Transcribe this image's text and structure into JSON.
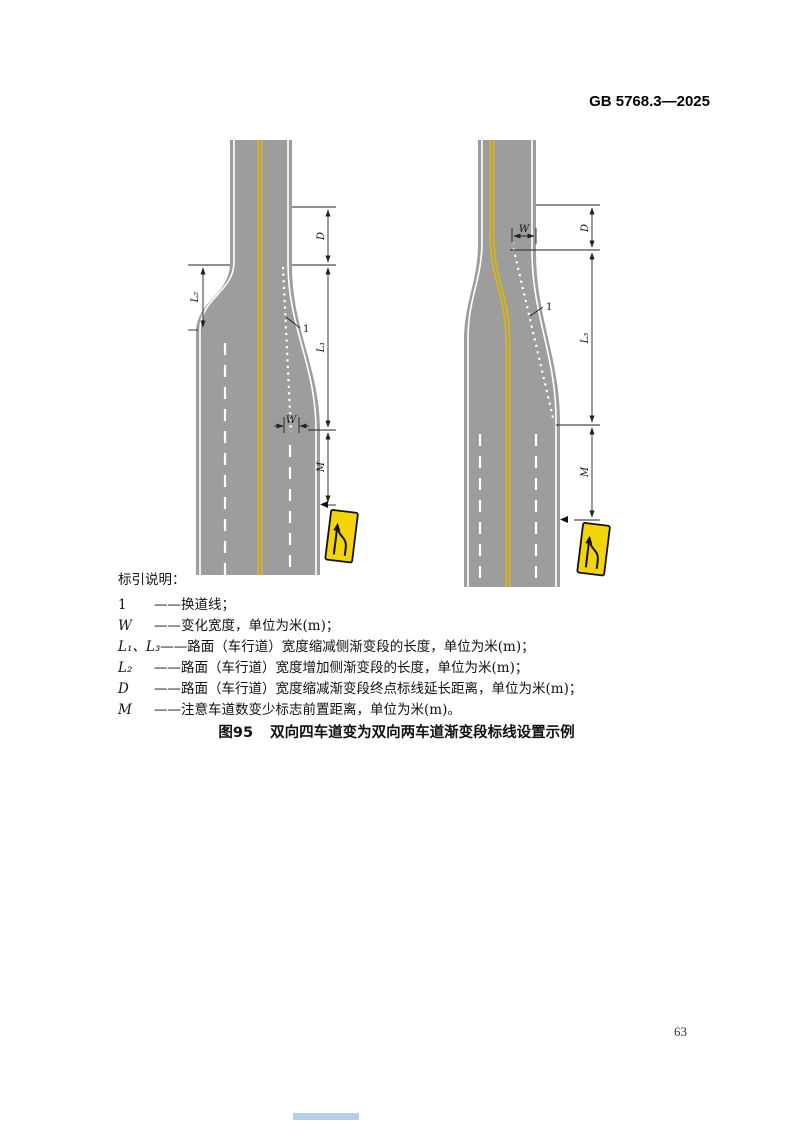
{
  "page": {
    "standard_code": "GB 5768.3—2025",
    "page_number": "63"
  },
  "figure": {
    "caption_label": "图95",
    "caption_text": "双向四车道变为双向两车道渐变段标线设置示例"
  },
  "legend": {
    "title": "标引说明：",
    "rows": [
      {
        "symbol": "1",
        "desc": "——换道线；"
      },
      {
        "symbol": "W",
        "desc": "——变化宽度，单位为米(m)；"
      },
      {
        "symbol": "L₁、L₃",
        "desc": "——路面（车行道）宽度缩减侧渐变段的长度，单位为米(m)；"
      },
      {
        "symbol": "L₂",
        "desc": "——路面（车行道）宽度增加侧渐变段的长度，单位为米(m)；"
      },
      {
        "symbol": "D",
        "desc": "——路面（车行道）宽度缩减渐变段终点标线延长距离，单位为米(m)；"
      },
      {
        "symbol": "M",
        "desc": "——注意车道数变少标志前置距离，单位为米(m)。"
      }
    ]
  },
  "diagram_left": {
    "labels": {
      "d": "D",
      "l1": "L₁",
      "l2": "L₂",
      "m": "M",
      "w": "W",
      "callout": "1"
    }
  },
  "diagram_right": {
    "labels": {
      "d": "D",
      "l3": "L₃",
      "m": "M",
      "w": "W",
      "callout": "1"
    }
  },
  "colors": {
    "road-gray": "#9d9d9d",
    "line-yellow": "#ddb808",
    "line-white": "#ffffff",
    "sign-yellow": "#f2d408",
    "dim-line": "#222222",
    "artifact-blue": "#a9c6e8"
  }
}
